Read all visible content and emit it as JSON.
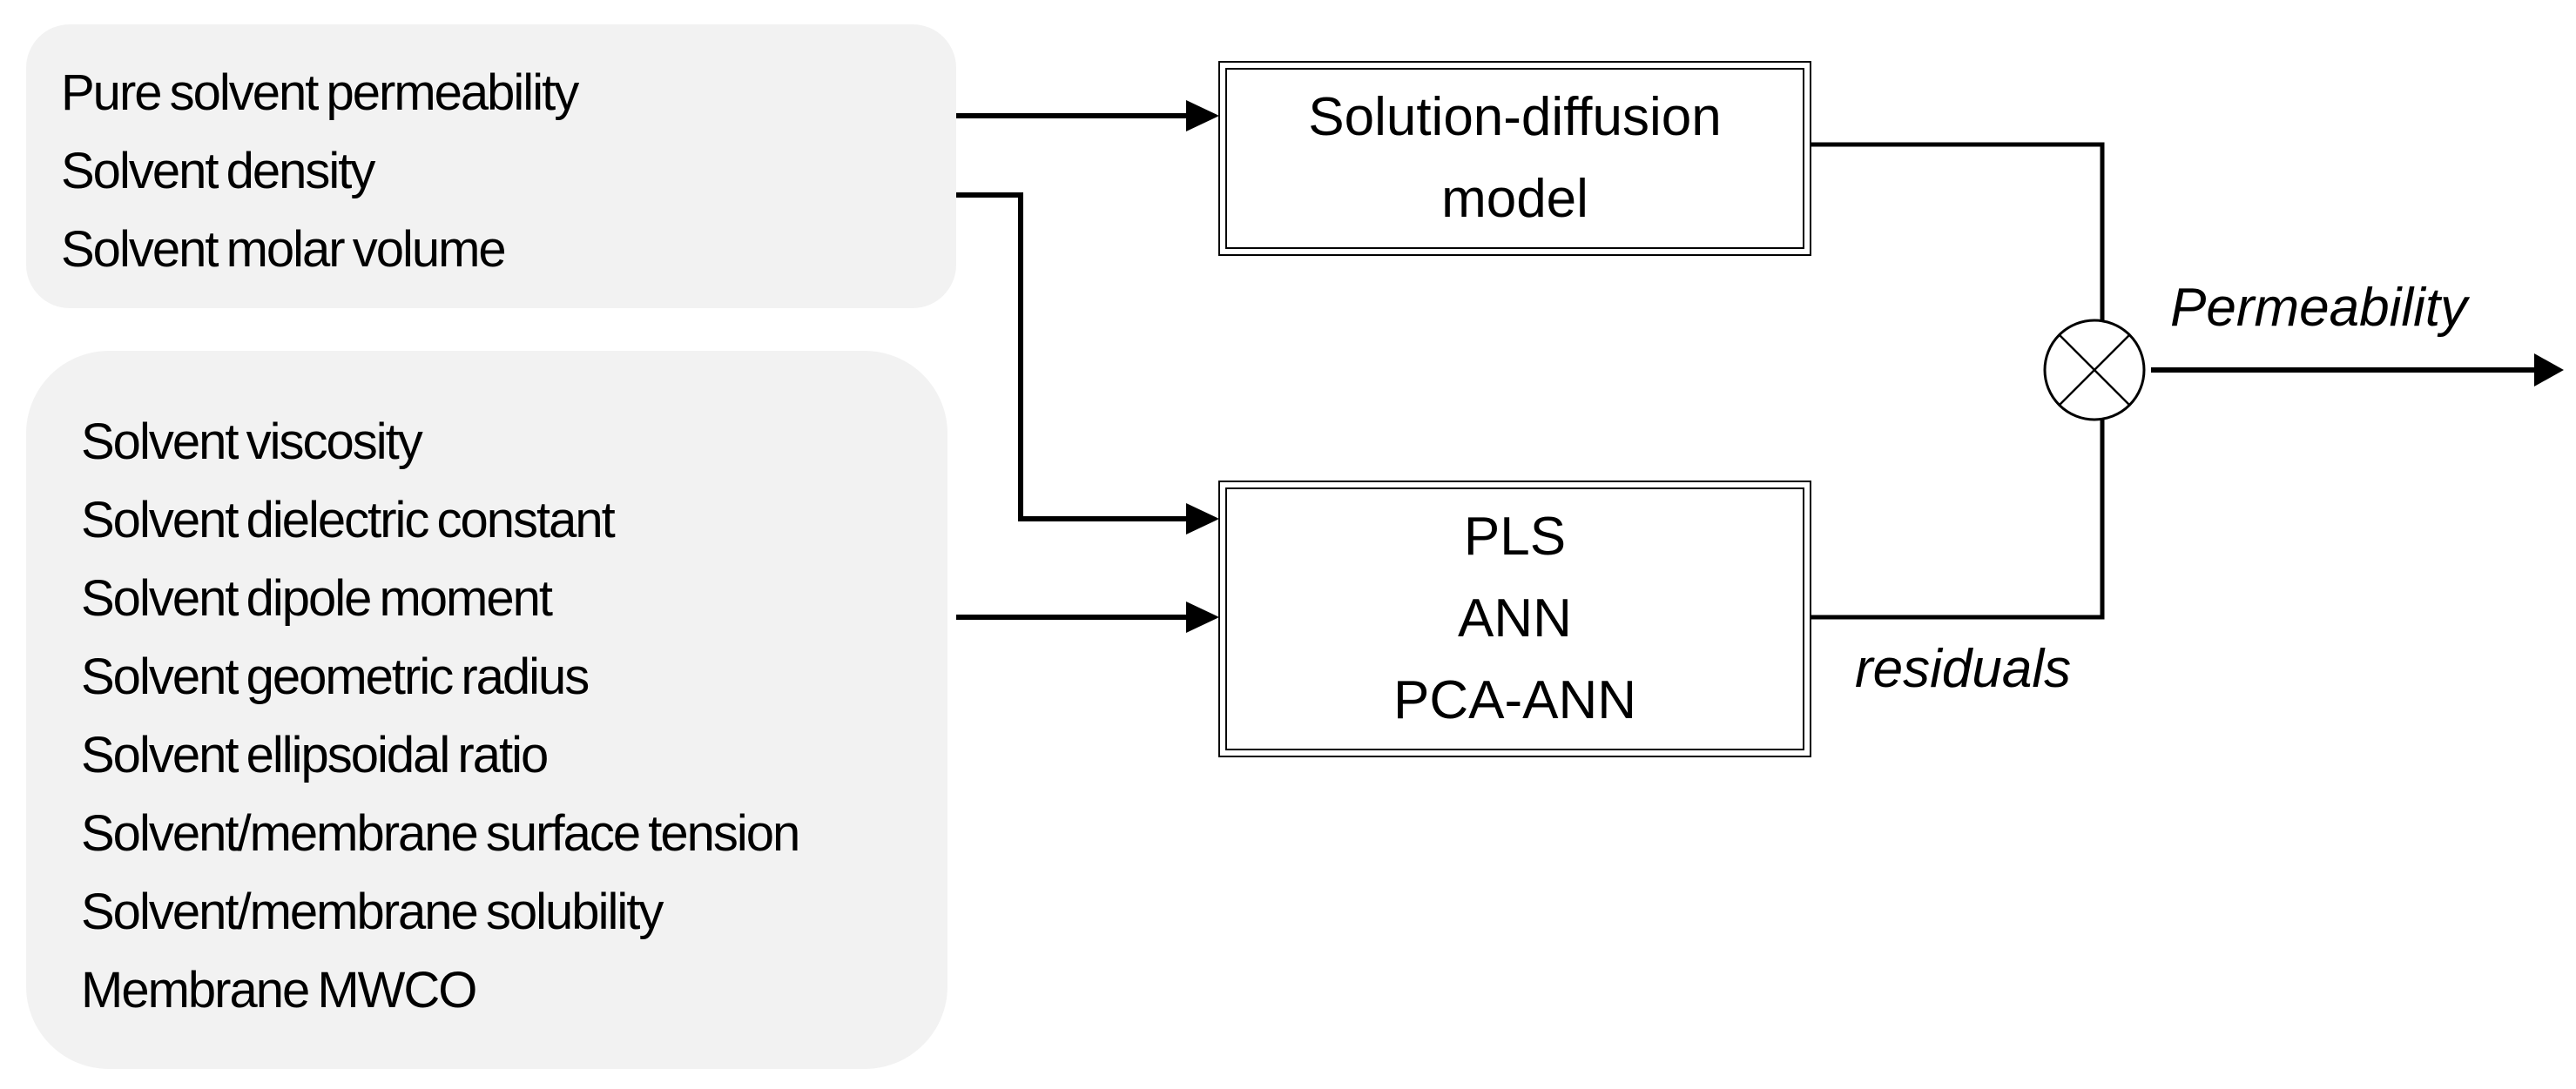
{
  "inputs": {
    "top_group": [
      "Pure solvent permeability",
      "Solvent density",
      "Solvent molar volume"
    ],
    "bottom_group": [
      "Solvent viscosity",
      "Solvent dielectric constant",
      "Solvent dipole moment",
      "Solvent geometric radius",
      "Solvent ellipsoidal ratio",
      "Solvent/membrane surface tension",
      "Solvent/membrane solubility",
      "Membrane MWCO"
    ]
  },
  "models": {
    "physical": [
      "Solution-diffusion",
      "model"
    ],
    "data_driven": [
      "PLS",
      "ANN",
      "PCA-ANN"
    ]
  },
  "output_label": "Permeability",
  "residuals_label": "residuals",
  "colors": {
    "panel_fill": "#f2f2f2",
    "line": "#000000",
    "background": "#ffffff"
  }
}
